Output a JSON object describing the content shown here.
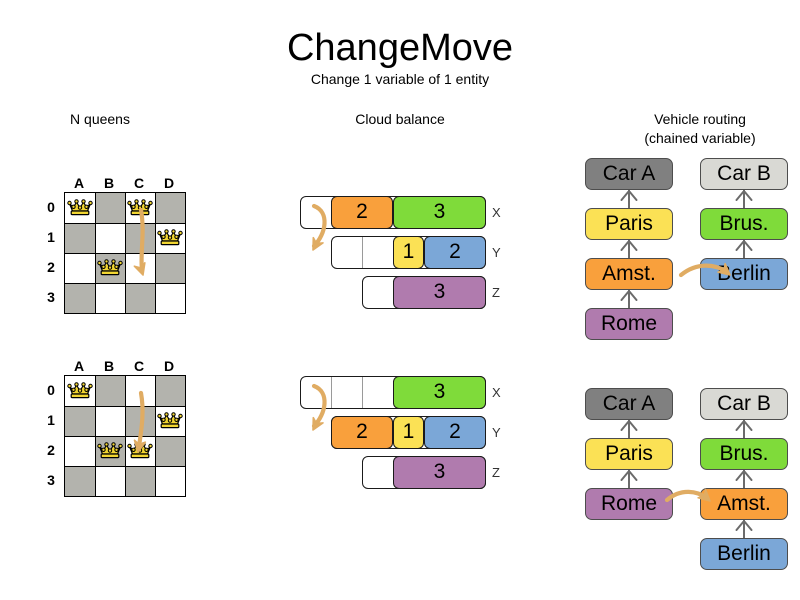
{
  "header": {
    "title": "ChangeMove",
    "subtitle": "Change 1 variable of 1 entity"
  },
  "sections": {
    "queens": {
      "heading": "N queens"
    },
    "cloud": {
      "heading": "Cloud balance"
    },
    "vrp": {
      "heading_line1": "Vehicle routing",
      "heading_line2": "(chained variable)"
    }
  },
  "colors": {
    "orange": "#f9a03c",
    "green": "#7fdb3a",
    "blue": "#7ba7d7",
    "yellow": "#fbe155",
    "purple": "#b07bae",
    "gray_dark": "#808080",
    "gray_light": "#d9d9d4",
    "board_dark": "#b3b3ad",
    "board_light": "#ffffff",
    "queen_gold": "#f2d632",
    "arrow": "#e0ac63"
  },
  "queens": {
    "column_labels": [
      "A",
      "B",
      "C",
      "D"
    ],
    "row_labels": [
      "0",
      "1",
      "2",
      "3"
    ],
    "before": {
      "queens": [
        {
          "col": 0,
          "row": 0
        },
        {
          "col": 2,
          "row": 0
        },
        {
          "col": 3,
          "row": 1
        },
        {
          "col": 1,
          "row": 2
        }
      ],
      "move": {
        "from_col": 2,
        "from_row": 0,
        "to_col": 2,
        "to_row": 2
      }
    },
    "after": {
      "queens": [
        {
          "col": 0,
          "row": 0
        },
        {
          "col": 3,
          "row": 1
        },
        {
          "col": 1,
          "row": 2
        },
        {
          "col": 2,
          "row": 2
        }
      ],
      "move": {
        "from_col": 2,
        "from_row": 0,
        "to_col": 2,
        "to_row": 2
      }
    }
  },
  "cloud": {
    "before": {
      "rows": [
        {
          "label": "X",
          "capacity_start": 0,
          "capacity_units": 6,
          "empty_ticks": [],
          "segments": [
            {
              "value": "2",
              "units": 2,
              "offset": 1,
              "color": "#f9a03c"
            },
            {
              "value": "3",
              "units": 3,
              "offset": 3,
              "color": "#7fdb3a"
            }
          ]
        },
        {
          "label": "Y",
          "capacity_start": 1,
          "capacity_units": 5,
          "empty_ticks": [
            2
          ],
          "segments": [
            {
              "value": "1",
              "units": 1,
              "offset": 3,
              "color": "#fbe155"
            },
            {
              "value": "2",
              "units": 2,
              "offset": 4,
              "color": "#7ba7d7"
            }
          ]
        },
        {
          "label": "Z",
          "capacity_start": 2,
          "capacity_units": 4,
          "empty_ticks": [],
          "segments": [
            {
              "value": "3",
              "units": 3,
              "offset": 3,
              "color": "#b07bae"
            }
          ]
        }
      ]
    },
    "after": {
      "rows": [
        {
          "label": "X",
          "capacity_start": 0,
          "capacity_units": 6,
          "empty_ticks": [
            1,
            2
          ],
          "segments": [
            {
              "value": "3",
              "units": 3,
              "offset": 3,
              "color": "#7fdb3a"
            }
          ]
        },
        {
          "label": "Y",
          "capacity_start": 1,
          "capacity_units": 5,
          "empty_ticks": [],
          "segments": [
            {
              "value": "2",
              "units": 2,
              "offset": 1,
              "color": "#f9a03c"
            },
            {
              "value": "1",
              "units": 1,
              "offset": 3,
              "color": "#fbe155"
            },
            {
              "value": "2",
              "units": 2,
              "offset": 4,
              "color": "#7ba7d7"
            }
          ]
        },
        {
          "label": "Z",
          "capacity_start": 2,
          "capacity_units": 4,
          "empty_ticks": [],
          "segments": [
            {
              "value": "3",
              "units": 3,
              "offset": 3,
              "color": "#b07bae"
            }
          ]
        }
      ]
    }
  },
  "vrp": {
    "before": {
      "chain_a": [
        {
          "label": "Car A",
          "color": "#808080"
        },
        {
          "label": "Paris",
          "color": "#fbe155"
        },
        {
          "label": "Amst.",
          "color": "#f9a03c"
        },
        {
          "label": "Rome",
          "color": "#b07bae"
        }
      ],
      "chain_b": [
        {
          "label": "Car B",
          "color": "#d9d9d4"
        },
        {
          "label": "Brus.",
          "color": "#7fdb3a"
        },
        {
          "label": "Berlin",
          "color": "#7ba7d7"
        }
      ]
    },
    "after": {
      "chain_a": [
        {
          "label": "Car A",
          "color": "#808080"
        },
        {
          "label": "Paris",
          "color": "#fbe155"
        },
        {
          "label": "Rome",
          "color": "#b07bae"
        }
      ],
      "chain_b": [
        {
          "label": "Car B",
          "color": "#d9d9d4"
        },
        {
          "label": "Brus.",
          "color": "#7fdb3a"
        },
        {
          "label": "Amst.",
          "color": "#f9a03c"
        },
        {
          "label": "Berlin",
          "color": "#7ba7d7"
        }
      ]
    }
  }
}
